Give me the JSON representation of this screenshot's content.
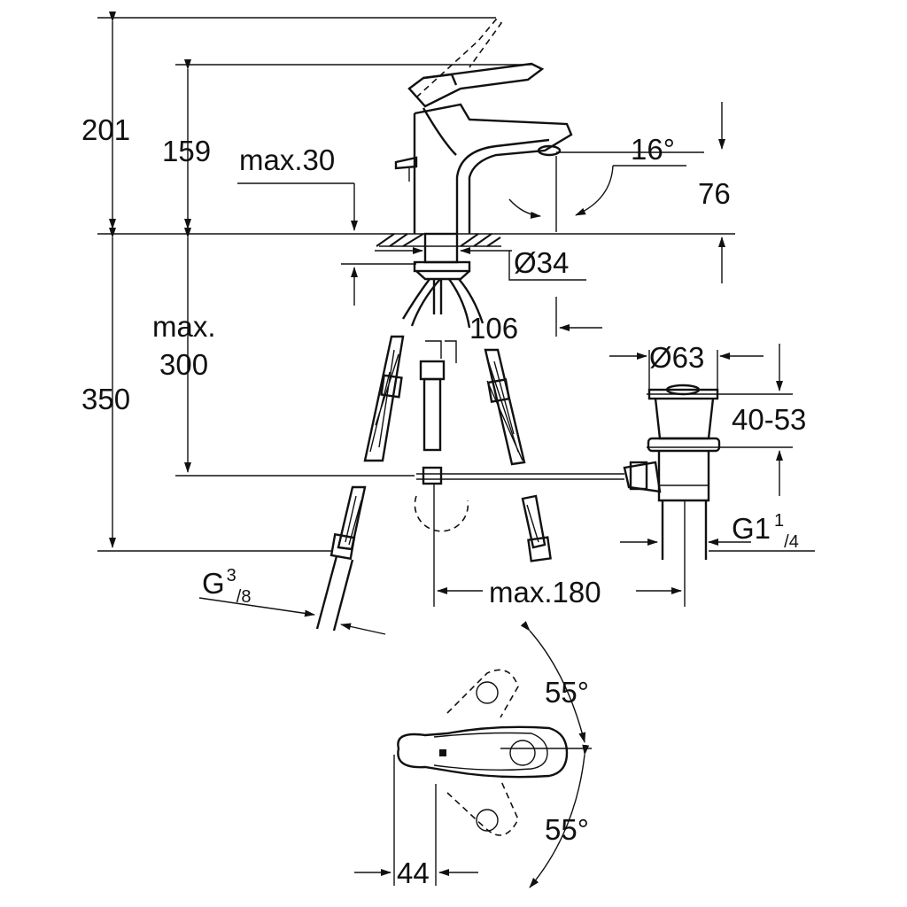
{
  "dimensions": {
    "total_height": "201",
    "body_height": "159",
    "max_thickness": "max.30",
    "spout_angle": "16°",
    "spout_height": "76",
    "hole_diameter": "Ø34",
    "spout_reach": "106",
    "max_below": "max.",
    "max_below_value": "300",
    "below_total": "350",
    "waste_diameter": "Ø63",
    "waste_range": "40-53",
    "waste_thread_main": "G1",
    "waste_thread_num": "1",
    "waste_thread_den": "/4",
    "hose_thread_main": "G",
    "hose_thread_num": "3",
    "hose_thread_den": "/8",
    "rod_length": "max.180",
    "lever_angle_top": "55°",
    "lever_angle_bottom": "55°",
    "lever_offset": "44"
  }
}
